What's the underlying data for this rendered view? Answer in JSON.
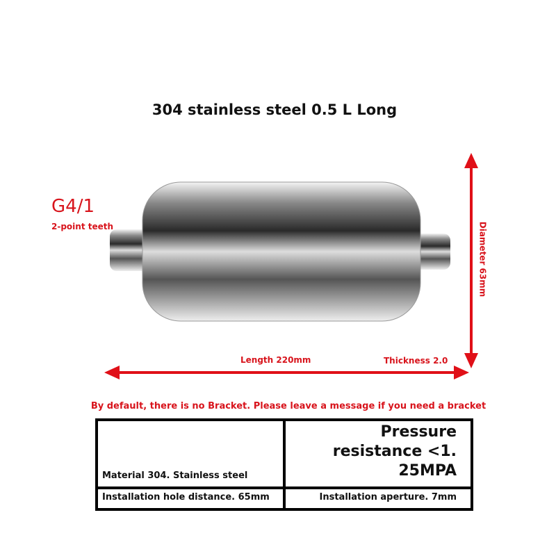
{
  "title": "304 stainless steel 0.5 L Long",
  "thread": {
    "label": "G4/1",
    "sub": "2-point teeth"
  },
  "dimensions": {
    "length": "Length 220mm",
    "thickness": "Thickness 2.0",
    "diameter": "Diameter 63mm"
  },
  "note": "By default, there is no Bracket. Please leave a message if you need a bracket",
  "specs": {
    "material": "Material 304. Stainless steel",
    "pressure": "Pressure resistance <1. 25MPA",
    "hole_distance": "Installation hole distance. 65mm",
    "aperture": "Installation aperture. 7mm"
  },
  "colors": {
    "annotation": "#d8141c"
  }
}
